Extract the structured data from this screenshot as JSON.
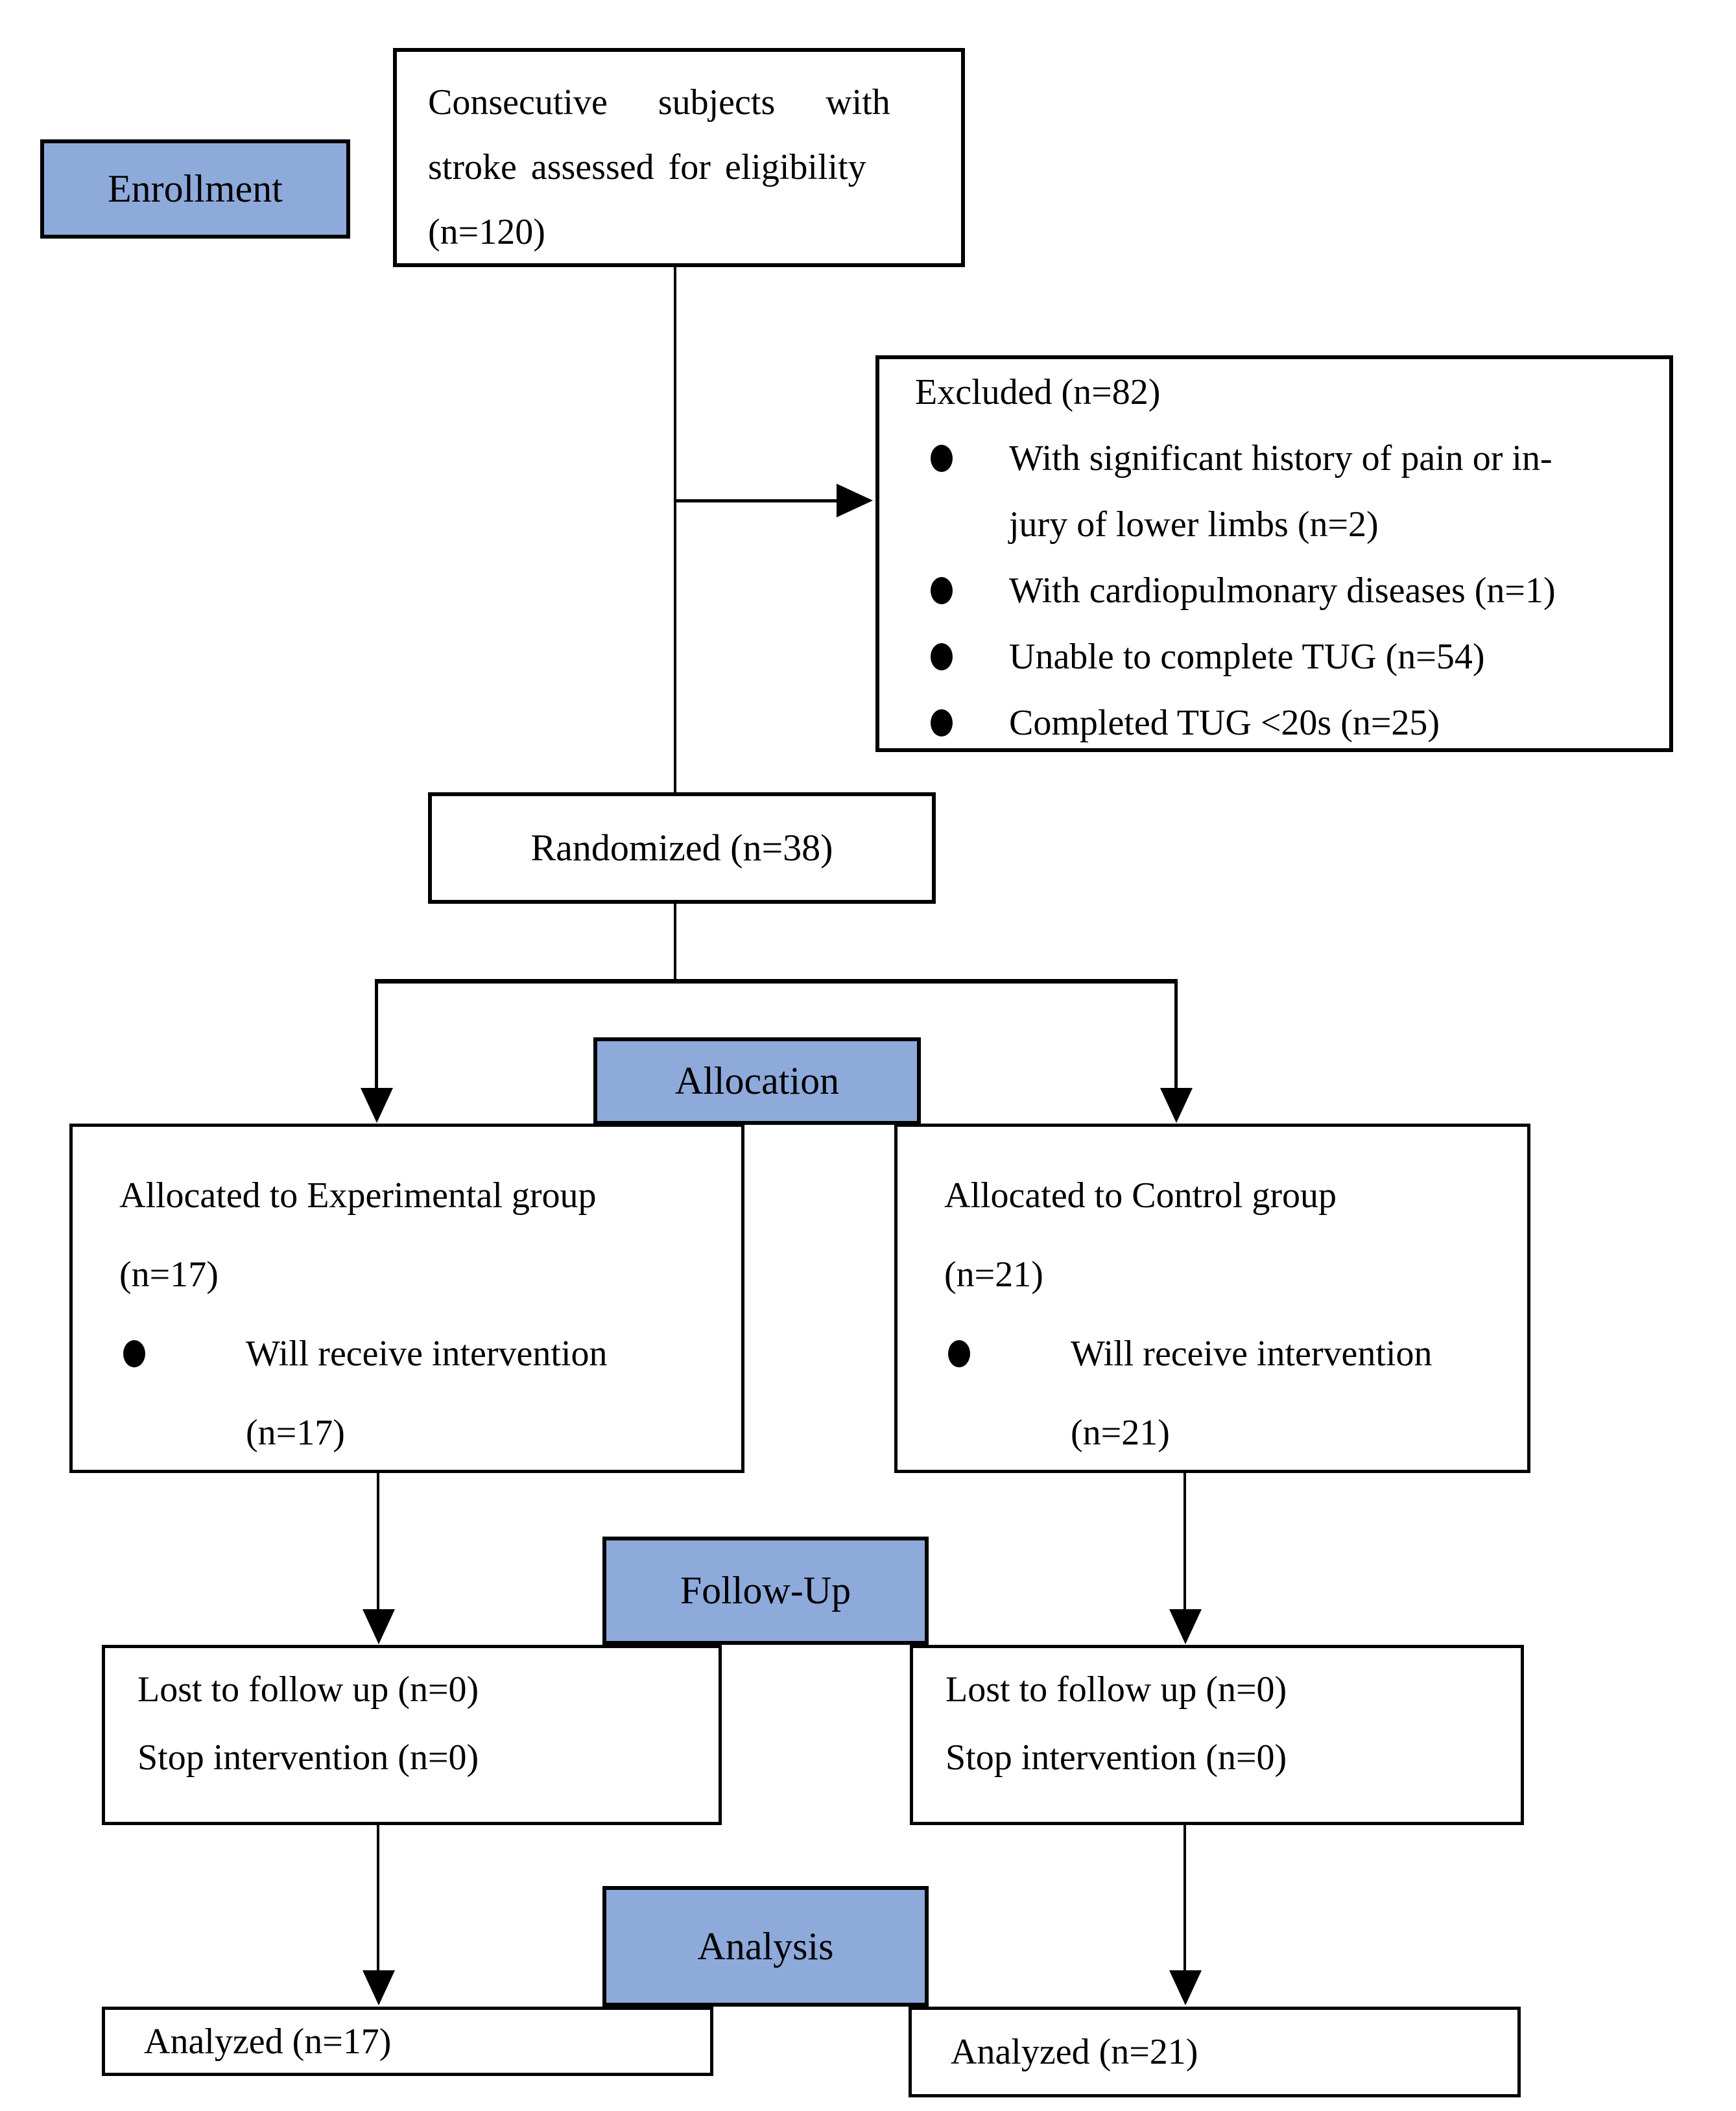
{
  "diagram": {
    "colors": {
      "stage_fill": "#8EAADB",
      "border": "#000000",
      "background": "#FFFFFF",
      "text": "#000000"
    },
    "stage_labels": {
      "enrollment": "Enrollment",
      "allocation": "Allocation",
      "follow_up": "Follow-Up",
      "analysis": "Analysis"
    },
    "eligibility": {
      "line1": "Consecutive subjects with",
      "line2": "stroke assessed for eligibility",
      "line3": "(n=120)"
    },
    "excluded": {
      "title": "Excluded (n=82)",
      "item1_line1": "With significant history of pain or in-",
      "item1_line2": "jury of lower limbs (n=2)",
      "item2": "With cardiopulmonary diseases (n=1)",
      "item3": "Unable to complete TUG (n=54)",
      "item4": "Completed TUG <20s (n=25)"
    },
    "randomized": {
      "text": "Randomized (n=38)"
    },
    "allocation_experimental": {
      "title_line1": "Allocated to Experimental group",
      "title_line2": "(n=17)",
      "bullet_line1": "Will receive intervention",
      "bullet_line2": "(n=17)"
    },
    "allocation_control": {
      "title_line1": "Allocated to Control group",
      "title_line2": "(n=21)",
      "bullet_line1": "Will receive intervention",
      "bullet_line2": "(n=21)"
    },
    "follow_up_experimental": {
      "line1": "Lost to follow up (n=0)",
      "line2": "Stop intervention (n=0)"
    },
    "follow_up_control": {
      "line1": "Lost to follow up (n=0)",
      "line2": "Stop intervention (n=0)"
    },
    "analyzed_experimental": {
      "text": "Analyzed (n=17)"
    },
    "analyzed_control": {
      "text": "Analyzed (n=21)"
    }
  }
}
